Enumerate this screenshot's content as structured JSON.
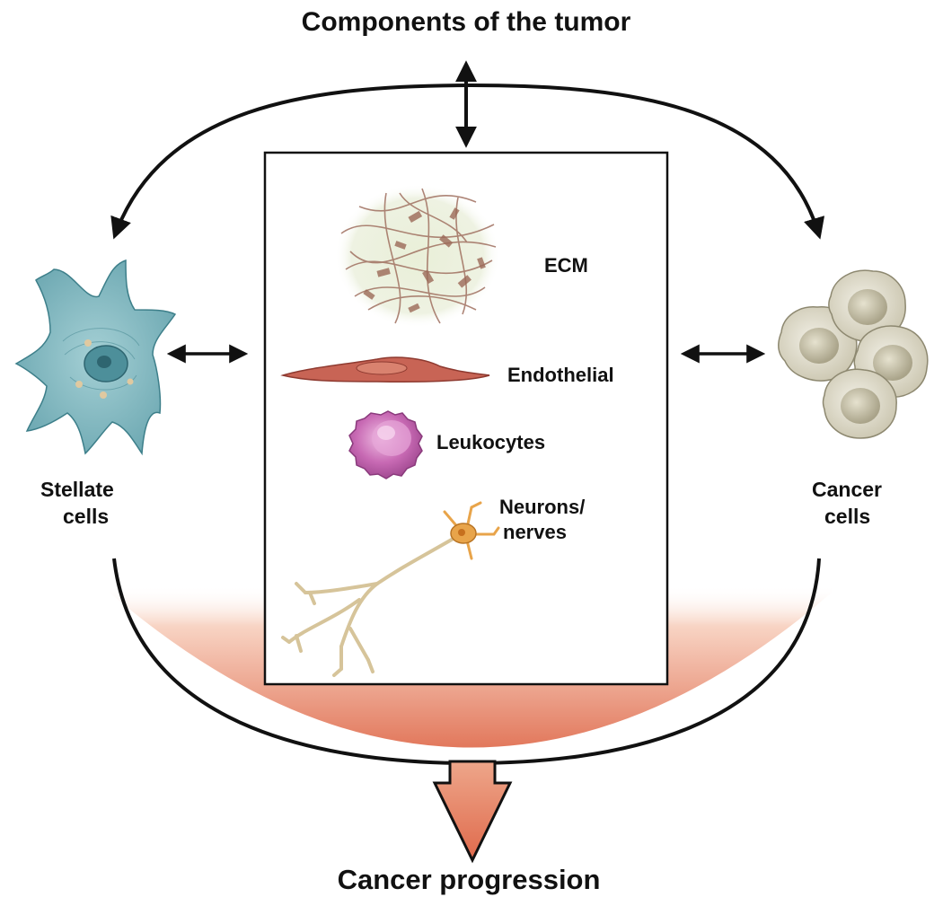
{
  "diagram": {
    "title": "Components of the tumor",
    "bottom_label": "Cancer progression",
    "left_cell": {
      "line1": "Stellate",
      "line2": "cells"
    },
    "right_cell": {
      "line1": "Cancer",
      "line2": "cells"
    },
    "components": {
      "ecm": "ECM",
      "endothelial": "Endothelial",
      "leukocytes": "Leukocytes",
      "neurons_line1": "Neurons/",
      "neurons_line2": "nerves"
    }
  },
  "colors": {
    "stellate_cell": "#7fb7bf",
    "cancer_cell": "#d6d2c0",
    "endothelial": "#c86455",
    "leukocyte": "#c86ab4",
    "neuron": "#e8a44a",
    "progression_gradient_end": "#e2785c",
    "ecm_fiber": "#a07060"
  }
}
